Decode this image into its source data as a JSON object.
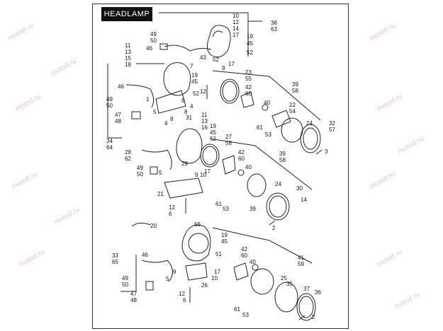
{
  "title": "HEADLAMP",
  "watermark": "motod.ru",
  "labels": {
    "l10": "10",
    "l12": "12",
    "l14": "14",
    "l17a": "17",
    "l38": "38",
    "l63": "63",
    "l49a": "49",
    "l50a": "50",
    "l46a": "46",
    "l19a": "19",
    "l45a": "45",
    "l52a": "52",
    "l11a": "11",
    "l13a": "13",
    "l15": "15",
    "l18": "18",
    "l43": "43",
    "l52b": "52",
    "l17b": "17",
    "l7a": "7",
    "l9a": "9",
    "l19b": "19",
    "l45b": "45",
    "l23": "23",
    "l55": "55",
    "l46b": "46",
    "l39a": "39",
    "l58a": "58",
    "l42a": "42",
    "l60a": "60",
    "l52c": "52",
    "l12b": "12",
    "l1": "1",
    "l6a": "6",
    "l49b": "49",
    "l50b": "50",
    "l40a": "40",
    "l4a": "4",
    "l8a": "8",
    "l22": "22",
    "l54": "54",
    "l47a": "47",
    "l48a": "48",
    "l5a": "5",
    "l31": "31",
    "l8b": "8",
    "l4b": "4",
    "l32": "32",
    "l57": "57",
    "l24a": "24",
    "l11b": "11",
    "l13b": "13",
    "l16": "16",
    "l61a": "61",
    "l53a": "53",
    "l34": "34",
    "l64": "64",
    "l19c": "19",
    "l45c": "45",
    "l52d": "52",
    "l27": "27",
    "l56": "56",
    "l3": "3",
    "l28": "28",
    "l62": "62",
    "l42b": "42",
    "l60b": "60",
    "l39b": "39",
    "l58b": "58",
    "l49c": "49",
    "l50c": "50",
    "l17c": "17",
    "l29": "29",
    "l5b": "5",
    "l9b": "9",
    "l10b": "10",
    "l40b": "40",
    "l21": "21",
    "l24b": "24",
    "l30": "30",
    "l12c": "12",
    "l6b": "6",
    "l61b": "61",
    "l53b": "53",
    "l14b": "14",
    "l39c": "39",
    "l20": "20",
    "l2a": "2",
    "l66": "66",
    "l19d": "19",
    "l45d": "45",
    "l33": "33",
    "l65": "65",
    "l46c": "46",
    "l51": "51",
    "l42c": "42",
    "l60c": "60",
    "l40c": "40",
    "l41": "41",
    "l59": "59",
    "l49d": "49",
    "l50d": "50",
    "l9c": "9",
    "l17d": "17",
    "l5c": "5",
    "l10c": "10",
    "l26": "26",
    "l25": "25",
    "l35": "35",
    "l37": "37",
    "l36": "36",
    "l47b": "47",
    "l48b": "48",
    "l12d": "12",
    "l6c": "6",
    "l61c": "61",
    "l53c": "53",
    "l2b": "2"
  }
}
